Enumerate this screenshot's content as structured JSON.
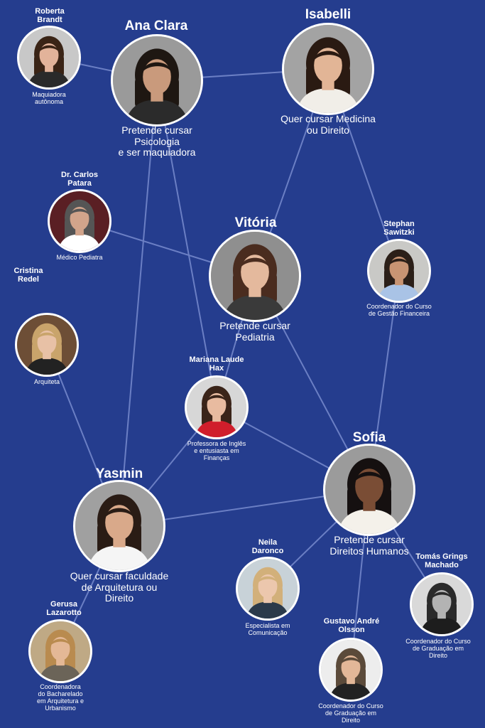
{
  "colors": {
    "background": "#253d8e",
    "text": "#ffffff",
    "connector": "#6b7fc4"
  },
  "people": {
    "ana_clara": {
      "name": "Ana Clara",
      "caption": "Pretende cursar\nPsicologia\ne ser maquiadora",
      "photo": "ana-clara-photo"
    },
    "isabelli": {
      "name": "Isabelli",
      "caption": "Quer cursar Medicina\nou Direito",
      "photo": "isabelli-photo"
    },
    "vitoria": {
      "name": "Vitória",
      "caption": "Pretende cursar\nPediatria",
      "photo": "vitoria-photo"
    },
    "sofia": {
      "name": "Sofia",
      "caption": "Pretende cursar\nDireitos Humanos",
      "photo": "sofia-photo"
    },
    "yasmin": {
      "name": "Yasmin",
      "caption": "Quer cursar faculdade\nde Arquitetura ou\nDireito",
      "photo": "yasmin-photo"
    },
    "roberta": {
      "name": "Roberta\nBrandt",
      "caption": "Maquiadora\nautônoma",
      "photo": "roberta-photo"
    },
    "carlos": {
      "name": "Dr. Carlos\nPatara",
      "caption": "Médico Pediatra",
      "photo": "carlos-photo"
    },
    "cristina": {
      "name": "Cristina\nRedel",
      "caption": "Arquiteta",
      "photo": "cristina-photo"
    },
    "mariana": {
      "name": "Mariana Laude\nHax",
      "caption": "Professora de Inglês\ne entusiasta em\nFinanças",
      "photo": "mariana-photo"
    },
    "stephan": {
      "name": "Stephan\nSawitzki",
      "caption": "Coordenador do Curso\nde Gestão Financeira",
      "photo": "stephan-photo"
    },
    "neila": {
      "name": "Neila\nDaronco",
      "caption": "Especialista em\nComunicação",
      "photo": "neila-photo"
    },
    "tomas": {
      "name": "Tomás Grings\nMachado",
      "caption": "Coordenador do Curso\nde Graduação em\nDireito",
      "photo": "tomas-photo"
    },
    "gustavo": {
      "name": "Gustavo André\nOlsson",
      "caption": "Coordenador do Curso\nde Graduação em\nDireito",
      "photo": "gustavo-photo"
    },
    "gerusa": {
      "name": "Gerusa\nLazarotto",
      "caption": "Coordenadora\ndo Bacharelado\nem Arquitetura e\nUrbanismo",
      "photo": "gerusa-photo"
    }
  },
  "connections": [
    [
      "roberta",
      "ana_clara"
    ],
    [
      "ana_clara",
      "isabelli"
    ],
    [
      "ana_clara",
      "yasmin"
    ],
    [
      "ana_clara",
      "mariana"
    ],
    [
      "isabelli",
      "vitoria"
    ],
    [
      "isabelli",
      "stephan"
    ],
    [
      "carlos",
      "vitoria"
    ],
    [
      "vitoria",
      "sofia"
    ],
    [
      "vitoria",
      "mariana"
    ],
    [
      "stephan",
      "sofia"
    ],
    [
      "cristina",
      "yasmin"
    ],
    [
      "mariana",
      "sofia"
    ],
    [
      "mariana",
      "yasmin"
    ],
    [
      "yasmin",
      "sofia"
    ],
    [
      "yasmin",
      "gerusa"
    ],
    [
      "sofia",
      "neila"
    ],
    [
      "sofia",
      "tomas"
    ],
    [
      "sofia",
      "gustavo"
    ]
  ]
}
